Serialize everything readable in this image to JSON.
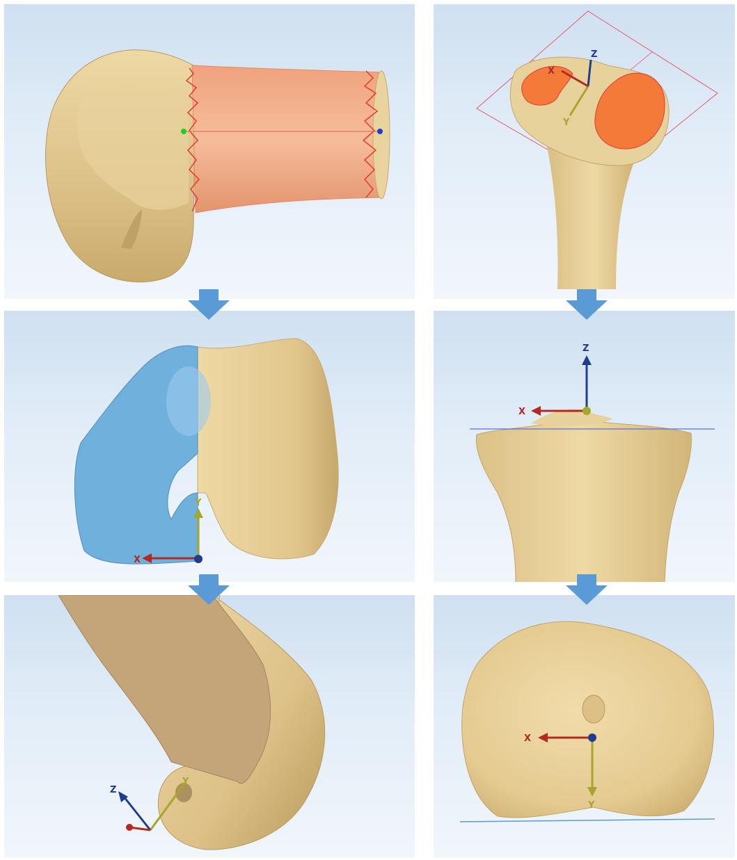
{
  "colors": {
    "bone": "#e6cd92",
    "bone_shadow": "#b89a5c",
    "cut_surface": "#c4a57a",
    "cylinder_fill": "#f2b08a",
    "cylinder_edge": "#e33b2f",
    "condyle_highlight": "#f47a3a",
    "blue_overlay": "#6fb0dd",
    "axis_x": "#b22a22",
    "axis_y": "#a6a62a",
    "axis_z": "#1f3c8f",
    "arrow_fill": "#5b9bd5",
    "panel_bg": "#dbe8f5"
  },
  "icons": [
    "down-arrow-icon",
    "x-axis-icon",
    "y-axis-icon",
    "z-axis-icon"
  ],
  "axes": {
    "x": "X",
    "y": "Y",
    "z": "Z"
  }
}
